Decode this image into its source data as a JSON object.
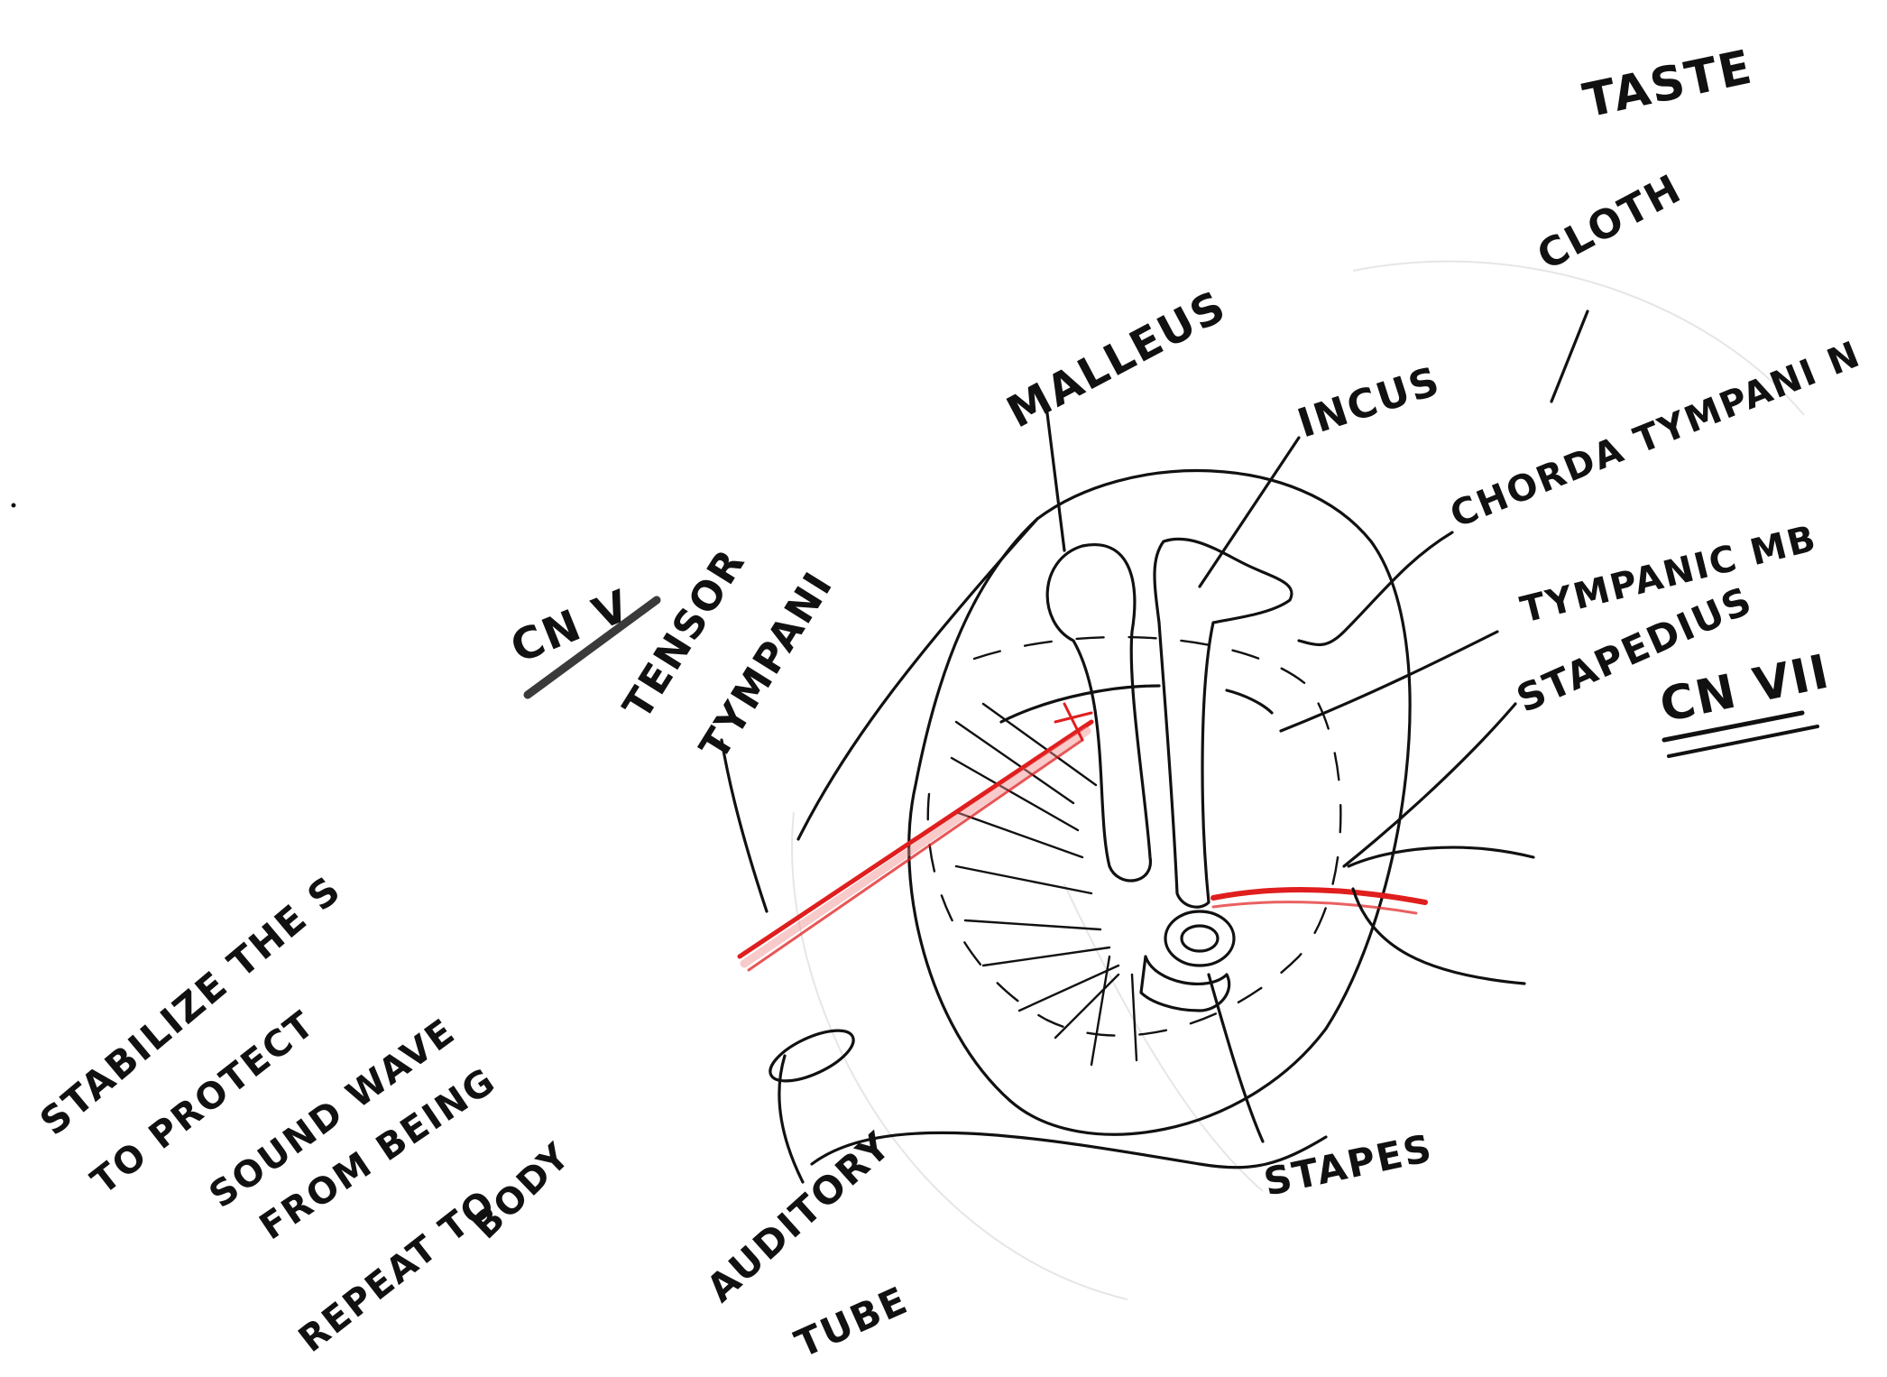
{
  "diagram": {
    "labels": {
      "taste": "TASTE",
      "cloth": "CLOTH",
      "malleus": "MALLEUS",
      "incus": "INCUS",
      "chorda_tympani": "CHORDA TYMPANI N",
      "tympanic_mb": "TYMPANIC MB",
      "stapedius": "STAPEDIUS",
      "cn_vii": "CN VII",
      "cn_v": "CN V",
      "tensor_tympani": [
        "TENSOR",
        "TYMPANI"
      ],
      "stabilize_note": [
        "STABILIZE THE S",
        "TO PROTECT",
        "SOUND WAVE",
        "FROM BEING",
        "REPEAT TO",
        "BODY"
      ],
      "auditory_tube": [
        "AUDITORY",
        "TUBE"
      ],
      "stapes": "STAPES"
    },
    "colors": {
      "ink": "#111111",
      "red": "#e01e1e",
      "underline": "#3a3a3a",
      "background": "#ffffff"
    }
  }
}
